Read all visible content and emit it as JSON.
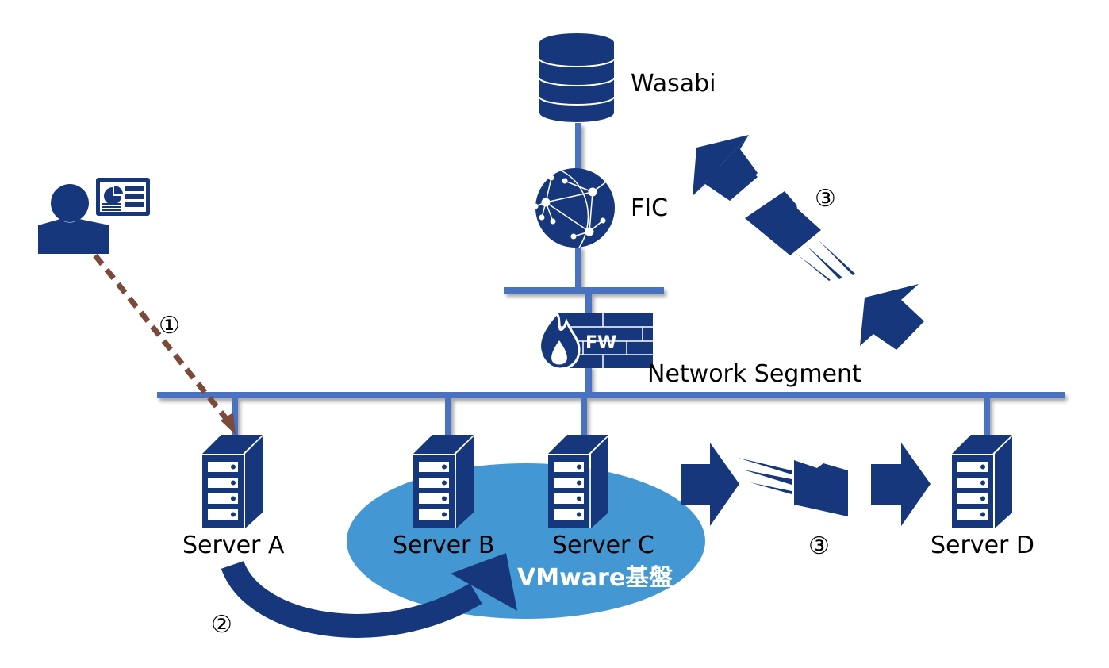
{
  "labels": {
    "wasabi": "Wasabi",
    "fic": "FIC",
    "firewall": "FW",
    "network_segment": "Network Segment",
    "server_a": "Server A",
    "server_b": "Server B",
    "server_c": "Server C",
    "server_d": "Server D",
    "vmware_platform": "VMware基盤"
  },
  "steps": {
    "step1": "①",
    "step2": "②",
    "step3_upper": "③",
    "step3_lower": "③"
  },
  "colors": {
    "icon_navy": "#17377c",
    "network_line": "#4a72c0",
    "vmware_ellipse": "#4397d3",
    "dashed_arrow": "#7b4a3a",
    "text": "#000000"
  }
}
